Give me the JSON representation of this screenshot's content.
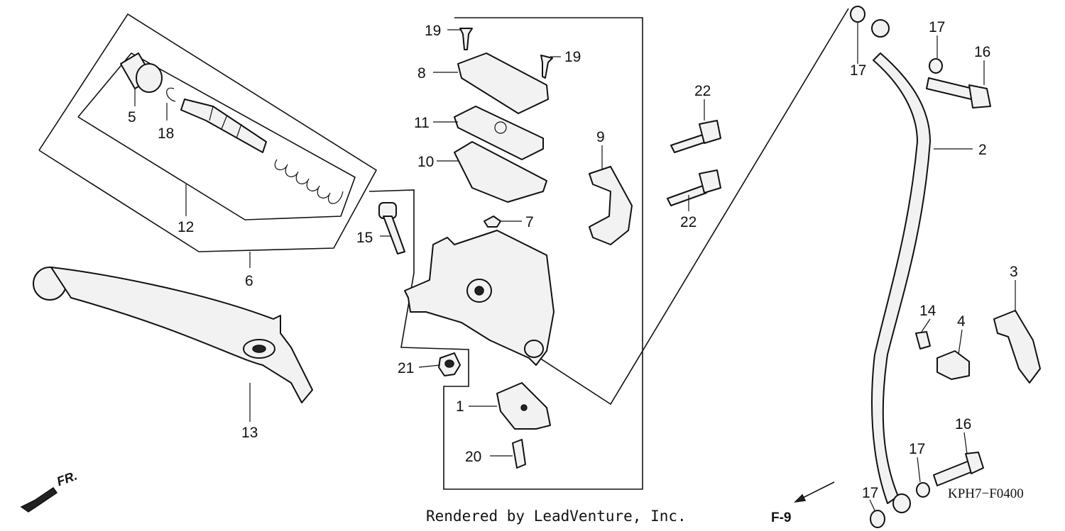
{
  "credit": "Rendered by LeadVenture, Inc.",
  "diagram_code": "KPH7−F0400",
  "page_ref": "F-9",
  "direction_label": "FR.",
  "callouts": {
    "c1": "1",
    "c2": "2",
    "c3": "3",
    "c4": "4",
    "c5": "5",
    "c6": "6",
    "c7": "7",
    "c8": "8",
    "c9": "9",
    "c10": "10",
    "c11": "11",
    "c12": "12",
    "c13": "13",
    "c14": "14",
    "c15": "15",
    "c16a": "16",
    "c16b": "16",
    "c17a": "17",
    "c17b": "17",
    "c17c": "17",
    "c17d": "17",
    "c18": "18",
    "c19a": "19",
    "c19b": "19",
    "c20": "20",
    "c21": "21",
    "c22a": "22",
    "c22b": "22"
  }
}
